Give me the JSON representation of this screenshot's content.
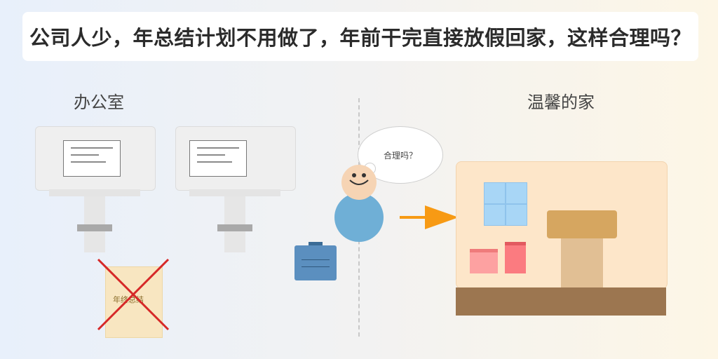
{
  "title": "公司人少，年总结计划不用做了，年前干完直接放假回家，这样合理吗？",
  "office_label": "办公室",
  "home_label": "温馨的家",
  "summary_doc_text": "年终总结",
  "speech_bubble_text": "合理吗？",
  "colors": {
    "arrow": "#f79a14",
    "cross": "#d62828",
    "person_body": "#6fafd6",
    "suitcase": "#5b8fbf",
    "home_bg": "#fde6c9",
    "floor": "#9c7650"
  },
  "icons": [
    "desk-icon",
    "document-icon",
    "cross-icon",
    "person-icon",
    "thought-bubble-icon",
    "suitcase-icon",
    "arrow-right-icon",
    "window-icon",
    "bed-icon",
    "gift-box-icon"
  ]
}
